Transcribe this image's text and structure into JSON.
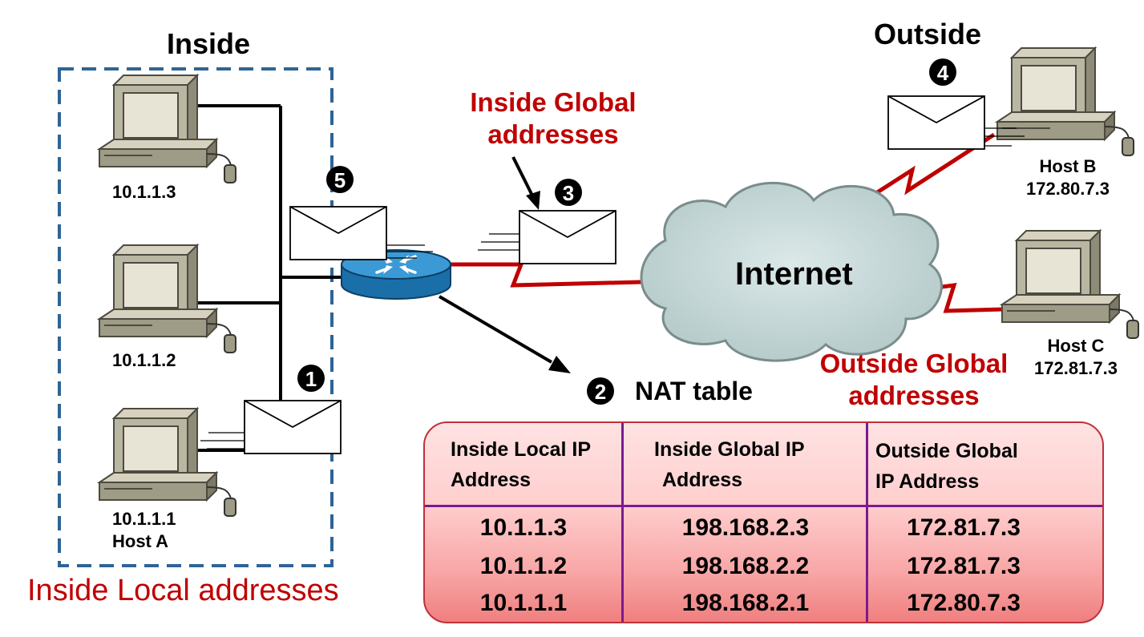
{
  "labels": {
    "inside": "Inside",
    "outside": "Outside",
    "inside_global": [
      "Inside Global",
      "addresses"
    ],
    "outside_global": [
      "Outside Global",
      "addresses"
    ],
    "inside_local": "Inside Local addresses",
    "internet": "Internet",
    "nat_table": "NAT table"
  },
  "steps": [
    "1",
    "2",
    "3",
    "4",
    "5"
  ],
  "hosts": {
    "inside": [
      {
        "ip": "10.1.1.3",
        "name": ""
      },
      {
        "ip": "10.1.1.2",
        "name": ""
      },
      {
        "ip": "10.1.1.1",
        "name": "Host A"
      }
    ],
    "host_b": {
      "name": "Host B",
      "ip": "172.80.7.3"
    },
    "host_c": {
      "name": "Host C",
      "ip": "172.81.7.3"
    }
  },
  "nat_table": {
    "headers": [
      [
        "Inside Local IP",
        "Address"
      ],
      [
        "Inside Global IP",
        "Address"
      ],
      [
        "Outside Global",
        "IP Address"
      ]
    ],
    "rows": [
      [
        "10.1.1.3",
        "198.168.2.3",
        "172.81.7.3"
      ],
      [
        "10.1.1.2",
        "198.168.2.2",
        "172.81.7.3"
      ],
      [
        "10.1.1.1",
        "198.168.2.1",
        "172.80.7.3"
      ]
    ]
  },
  "colors": {
    "red": "#c00000",
    "box_dash": "#2e6496",
    "cloud": "#c7d8d8",
    "router": "#1e7fc0",
    "table_border": "#c0303a",
    "table_grid": "#7a1a90"
  }
}
